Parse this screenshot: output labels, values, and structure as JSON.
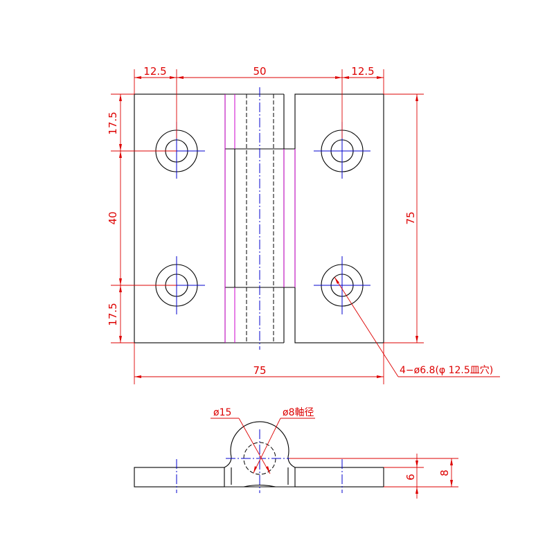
{
  "drawing": {
    "dimensions": {
      "top_left": "12.5",
      "top_middle": "50",
      "top_right": "12.5",
      "left_top": "17.5",
      "left_middle": "40",
      "left_bottom": "17.5",
      "right_height": "75",
      "bottom_width": "75"
    },
    "hole_callout": "4−ø6.8(φ 12.5皿穴)",
    "side_view": {
      "outer_diameter": "ø15",
      "pin_diameter": "ø8軸径",
      "plate_thickness": "6",
      "overall_height": "8"
    },
    "colors": {
      "outline": "#000000",
      "dimension": "#dd0000",
      "centerline": "#0000cc",
      "hidden_line": "#cc00cc"
    }
  }
}
